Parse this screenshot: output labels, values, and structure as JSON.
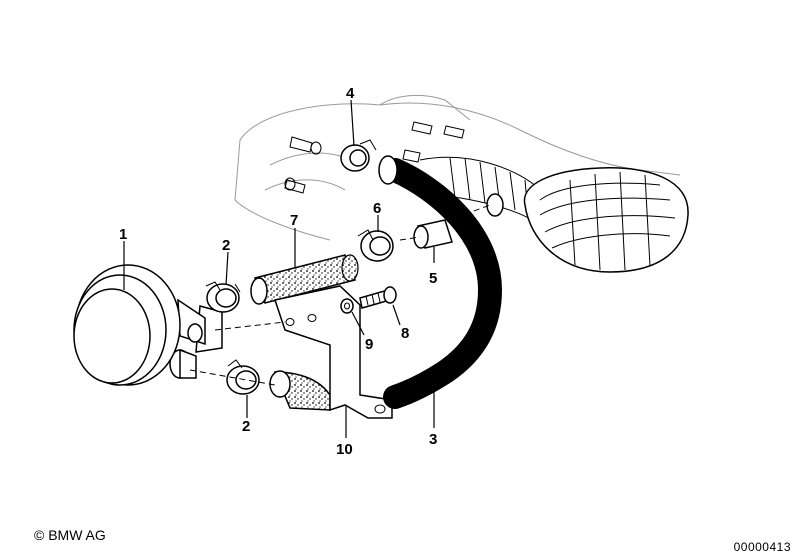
{
  "callouts": {
    "c1": "1",
    "c2a": "2",
    "c2b": "2",
    "c3": "3",
    "c4": "4",
    "c5": "5",
    "c6": "6",
    "c7": "7",
    "c8": "8",
    "c9": "9",
    "c10": "10"
  },
  "footer": {
    "copyright": "© BMW AG",
    "doc_number": "00000413"
  }
}
